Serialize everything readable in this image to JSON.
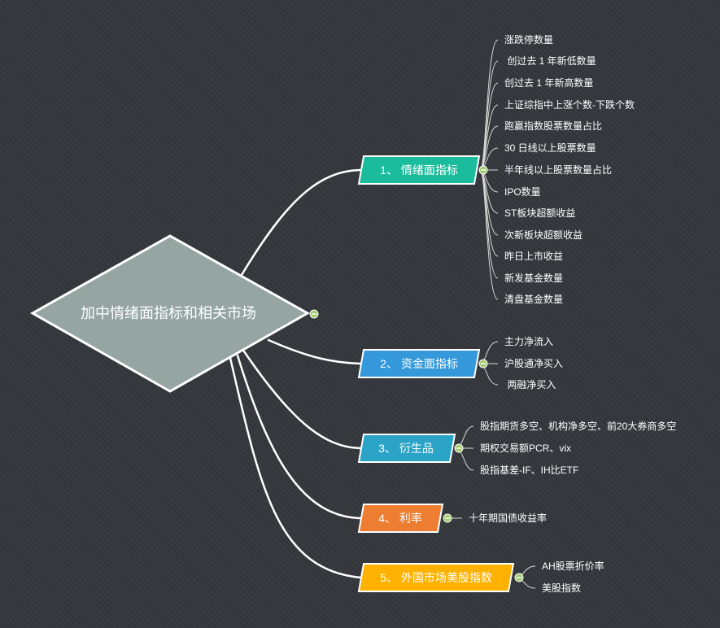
{
  "root": {
    "label": "加中情绪面指标和相关市场",
    "color": "#95a5a2"
  },
  "branches": [
    {
      "label": "1、 情绪面指标",
      "color": "#1abc9c",
      "items": [
        "涨跌停数量",
        " 创过去 1 年新低数量",
        "创过去 1 年新高数量",
        "上证综指中上涨个数-下跌个数",
        "跑赢指数股票数量占比",
        "30 日线以上股票数量",
        "半年线以上股票数量占比",
        "IPO数量",
        "ST板块超额收益",
        "次新板块超额收益",
        "昨日上市收益",
        "新发基金数量",
        "清盘基金数量"
      ]
    },
    {
      "label": "2、 资金面指标",
      "color": "#3498db",
      "items": [
        "主力净流入",
        "沪股通净买入",
        " 两融净买入"
      ]
    },
    {
      "label": "3、 衍生品",
      "color": "#2aa3c7",
      "items": [
        "股指期货多空、机构净多空、前20大券商多空",
        "期权交易额PCR、vix",
        "股指基差-IF、IH比ETF"
      ]
    },
    {
      "label": "4、 利率",
      "color": "#ed7d31",
      "items": [
        "十年期国债收益率"
      ]
    },
    {
      "label": "5、 外国市场美股指数",
      "color": "#ffb100",
      "items": [
        "AH股票折价率",
        "美股指数"
      ]
    }
  ]
}
